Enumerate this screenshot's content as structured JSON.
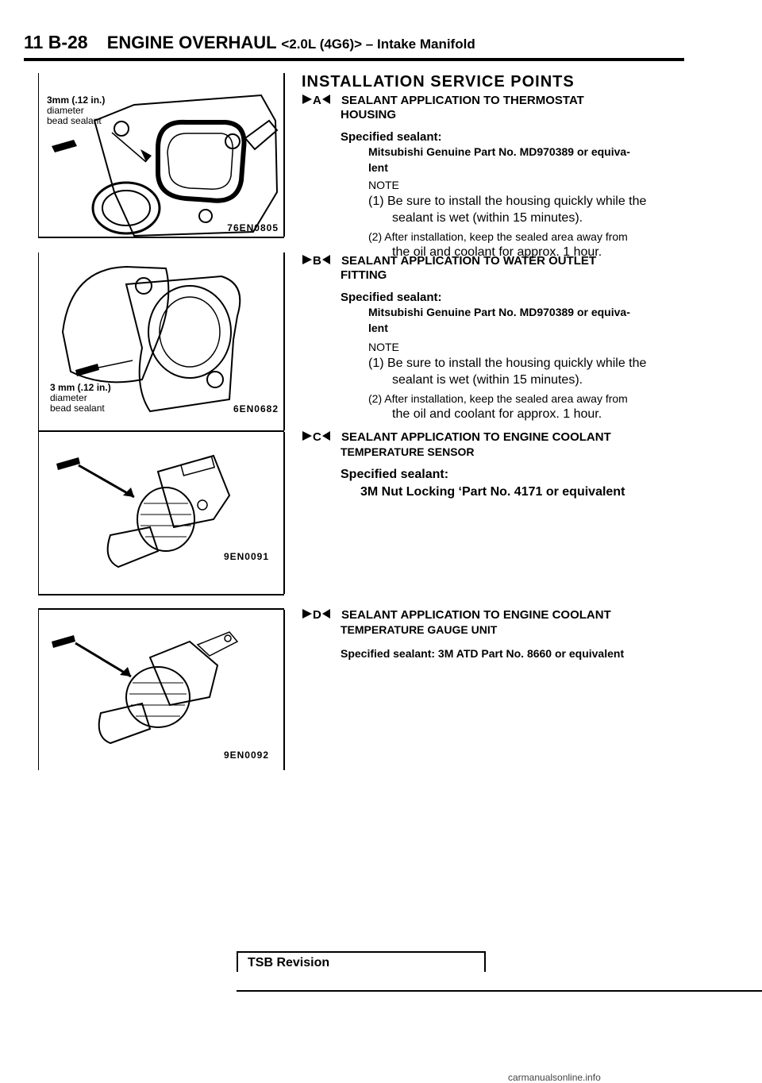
{
  "header": {
    "page_number": "11 B-28",
    "title": "ENGINE OVERHAUL",
    "subtitle": "<2.0L (4G6)> – Intake Manifold"
  },
  "figures": [
    {
      "id": "76EN0805",
      "labels": [
        "3mm (.12 in.)",
        "diameter",
        "bead sealant"
      ]
    },
    {
      "id": "6EN0682",
      "labels": [
        "3 mm (.12 in.)",
        "diameter",
        "bead sealant"
      ]
    },
    {
      "id": "9EN0091",
      "labels": []
    },
    {
      "id": "9EN0092",
      "labels": []
    }
  ],
  "content": {
    "heading": "INSTALLATION SERVICE POINTS",
    "sections": [
      {
        "marker": "A",
        "title_line1": "SEALANT APPLICATION TO THERMOSTAT",
        "title_line2": "HOUSING",
        "spec_label": "Specified sealant:",
        "spec_line1": "Mitsubishi Genuine Part No. MD970389 or equiva-",
        "spec_line2": "lent",
        "note_label": "NOTE",
        "note1_line1": "(1) Be sure to install the housing quickly while the",
        "note1_line2": "sealant is wet (within 15 minutes).",
        "note2_line1": "(2) After installation, keep the sealed area away from",
        "note2_line2": "the oil and coolant for approx. 1 hour."
      },
      {
        "marker": "B",
        "title_line1": "SEALANT APPLICATION TO WATER OUTLET",
        "title_line2": "FITTING",
        "spec_label": "Specified sealant:",
        "spec_line1": "Mitsubishi Genuine Part No. MD970389 or equiva-",
        "spec_line2": "lent",
        "note_label": "NOTE",
        "note1_line1": "(1) Be sure to install the housing quickly while the",
        "note1_line2": "sealant is wet (within 15 minutes).",
        "note2_line1": "(2) After installation, keep the sealed area away from",
        "note2_line2": "the oil and coolant for approx. 1 hour."
      },
      {
        "marker": "C",
        "title_line1": "SEALANT APPLICATION TO ENGINE COOLANT",
        "title_line2": "TEMPERATURE SENSOR",
        "spec_label": "Specified sealant:",
        "spec_line1": "3M Nut Locking ‘Part No. 4171 or equivalent"
      },
      {
        "marker": "D",
        "title_line1": "SEALANT APPLICATION TO ENGINE COOLANT",
        "title_line2": "TEMPERATURE GAUGE UNIT",
        "spec_line1": "Specified sealant: 3M ATD Part No. 8660 or equivalent"
      }
    ]
  },
  "footer": {
    "revision_label": "TSB Revision",
    "watermark": "carmanualsonline.info"
  }
}
